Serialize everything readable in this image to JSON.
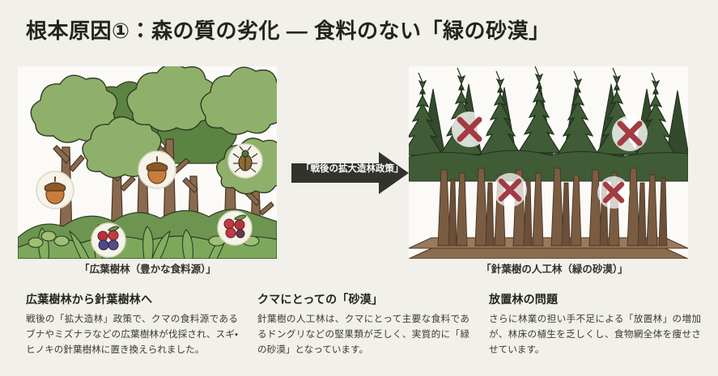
{
  "page": {
    "title": "根本原因①：森の質の劣化 ― 食料のない「緑の砂漠」",
    "background_color": "#f1f0ea"
  },
  "diagram": {
    "left_panel": {
      "caption": "「広葉樹林（豊かな食料源）」",
      "type": "broadleaf-forest-illustration",
      "badges": [
        {
          "name": "acorn-badge",
          "icon": "acorn-icon"
        },
        {
          "name": "acorn-badge",
          "icon": "acorn-icon"
        },
        {
          "name": "berry-badge",
          "icon": "berry-icon"
        },
        {
          "name": "beetle-badge",
          "icon": "beetle-icon"
        },
        {
          "name": "berry-badge",
          "icon": "berry-icon"
        }
      ],
      "colors": {
        "canopy_light": "#8fb06a",
        "canopy_mid": "#7ba35c",
        "canopy_dark": "#56803f",
        "trunk": "#8a6a4e",
        "understory": "#6d9550"
      }
    },
    "arrow": {
      "label": "「戦後の拡大造林政策」",
      "color": "#33332e",
      "text_color": "#ffffff"
    },
    "right_panel": {
      "caption": "「針葉樹の人工林（緑の砂漠）」",
      "type": "conifer-plantation-illustration",
      "badges": [
        {
          "name": "cross-badge",
          "icon": "red-x-icon"
        },
        {
          "name": "cross-badge",
          "icon": "red-x-icon"
        },
        {
          "name": "cross-badge",
          "icon": "red-x-icon"
        },
        {
          "name": "cross-badge",
          "icon": "red-x-icon"
        }
      ],
      "colors": {
        "conifer": "#3f5c36",
        "conifer_dark": "#334a2c",
        "trunk": "#7a5c42",
        "ground": "#8a6c4f",
        "cross": "#a33b42"
      }
    }
  },
  "columns": [
    {
      "heading": "広葉樹林から針葉樹林へ",
      "body": "戦後の「拡大造林」政策で、クマの食料源であるブナやミズナラなどの広葉樹林が伐採され、スギ・ヒノキの針葉樹林に置き換えられました。"
    },
    {
      "heading": "クマにとっての「砂漠」",
      "body": "針葉樹の人工林は、クマにとって主要な食料であるドングリなどの堅果類が乏しく、実質的に「緑の砂漠」となっています。"
    },
    {
      "heading": "放置林の問題",
      "body": "さらに林業の担い手不足による「放置林」の増加が、林床の植生を乏しくし、食物網全体を痩せさせています。"
    }
  ]
}
